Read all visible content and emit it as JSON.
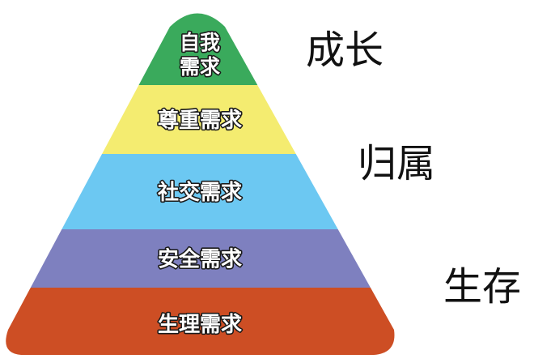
{
  "levels": [
    {
      "lines": [
        "自我",
        "需求"
      ],
      "color": "#3aaa5c"
    },
    {
      "lines": [
        "尊重需求"
      ],
      "color": "#f4ec70"
    },
    {
      "lines": [
        "社交需求"
      ],
      "color": "#6cc8f2"
    },
    {
      "lines": [
        "安全需求"
      ],
      "color": "#7e80bf"
    },
    {
      "lines": [
        "生理需求"
      ],
      "color": "#cd4e24"
    }
  ],
  "groups": {
    "growth": "成长",
    "belonging": "归属",
    "survival": "生存"
  }
}
